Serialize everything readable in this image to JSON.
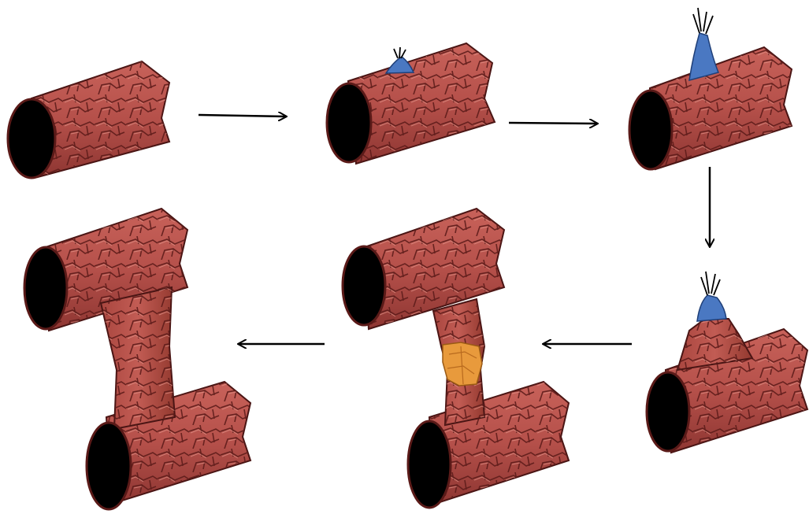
{
  "diagram": {
    "stages": [
      {
        "id": "stage-1",
        "label": ""
      },
      {
        "id": "stage-2",
        "label": ""
      },
      {
        "id": "stage-3",
        "label": ""
      },
      {
        "id": "stage-4",
        "label": ""
      },
      {
        "id": "stage-5",
        "label": ""
      },
      {
        "id": "stage-6",
        "label": ""
      }
    ],
    "colors": {
      "vessel_wall": "#b5504a",
      "vessel_wall_dark": "#6e2220",
      "vessel_highlight": "#d9857a",
      "lumen": "#000000",
      "tip_cell": "#4a78c2",
      "fusion_cell": "#e89a3c",
      "arrow": "#000000"
    }
  }
}
